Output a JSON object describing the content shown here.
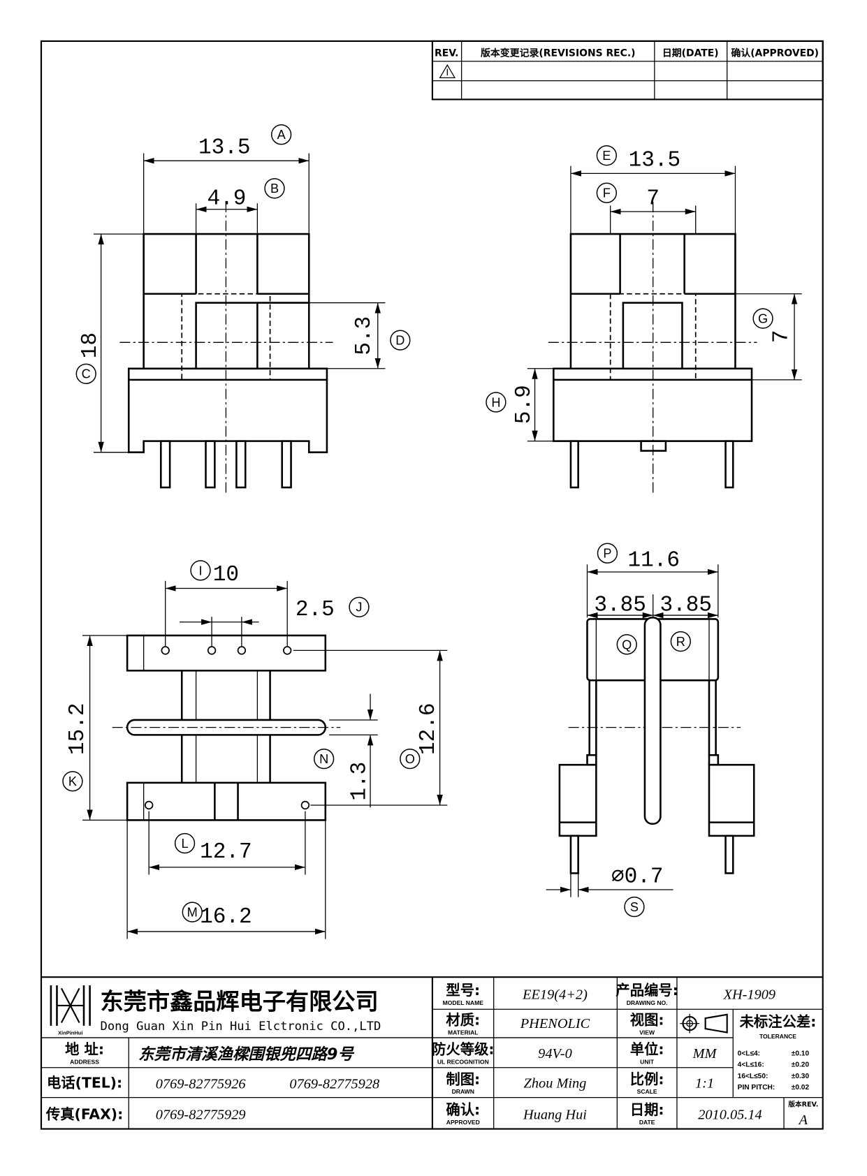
{
  "colors": {
    "line": "#000000",
    "background": "#ffffff"
  },
  "revision_block": {
    "rev": "REV.",
    "record": "版本变更记录(REVISIONS REC.)",
    "date": "日期(DATE)",
    "approved": "确认(APPROVED)",
    "marker_icon": "revision-triangle-icon"
  },
  "dimensions": {
    "A": {
      "letter": "A",
      "value": "13.5"
    },
    "B": {
      "letter": "B",
      "value": "4.9"
    },
    "C": {
      "letter": "C",
      "value": "18"
    },
    "D": {
      "letter": "D",
      "value": "5.3"
    },
    "E": {
      "letter": "E",
      "value": "13.5"
    },
    "F": {
      "letter": "F",
      "value": "7"
    },
    "G": {
      "letter": "G",
      "value": "7"
    },
    "H": {
      "letter": "H",
      "value": "5.9"
    },
    "I": {
      "letter": "I",
      "value": "10"
    },
    "J": {
      "letter": "J",
      "value": "2.5"
    },
    "K": {
      "letter": "K",
      "value": "15.2"
    },
    "L": {
      "letter": "L",
      "value": "12.7"
    },
    "M": {
      "letter": "M",
      "value": "16.2"
    },
    "N": {
      "letter": "N",
      "value": "1.3"
    },
    "O": {
      "letter": "O",
      "value": "12.6"
    },
    "P": {
      "letter": "P",
      "value": "11.6"
    },
    "Q": {
      "letter": "Q"
    },
    "R": {
      "letter": "R"
    },
    "S": {
      "letter": "S",
      "value": "⌀0.7"
    }
  },
  "half_widths": {
    "left": "3.85",
    "right": "3.85"
  },
  "title_block": {
    "company_cn": "东莞市鑫品辉电子有限公司",
    "company_en": "Dong Guan Xin Pin Hui Elctronic CO.,LTD",
    "logo_caption": "XinPinHui",
    "address": {
      "label": "地  址:",
      "label_en": "ADDRESS",
      "value": "东莞市清溪渔樑围银兜四路9号"
    },
    "tel": {
      "label": "电话(TEL):",
      "value_1": "0769-82775926",
      "value_2": "0769-82775928"
    },
    "fax": {
      "label": "传真(FAX):",
      "value": "0769-82775929"
    },
    "model": {
      "label": "型号:",
      "label_en": "MODEL NAME",
      "value": "EE19(4+2)"
    },
    "material": {
      "label": "材质:",
      "label_en": "MATERIAL",
      "value": "PHENOLIC"
    },
    "flammability": {
      "label": "防火等级:",
      "label_en": "UL RECOGNITION",
      "value": "94V-0"
    },
    "drawn": {
      "label": "制图:",
      "label_en": "DRAWN",
      "value": "Zhou Ming"
    },
    "approved": {
      "label": "确认:",
      "label_en": "APPROVED",
      "value": "Huang Hui"
    },
    "drawing_no": {
      "label": "产品编号:",
      "label_en": "DRAWING NO.",
      "value": "XH-1909"
    },
    "view": {
      "label": "视图:",
      "label_en": "VIEW",
      "icon": "first-angle-projection-icon"
    },
    "unit": {
      "label": "单位:",
      "label_en": "UNIT",
      "value": "MM"
    },
    "scale": {
      "label": "比例:",
      "label_en": "SCALE",
      "value": "1:1"
    },
    "date": {
      "label": "日期:",
      "label_en": "DATE",
      "value": "2010.05.14"
    },
    "revision": {
      "label": "版本REV.",
      "value": "A"
    },
    "tolerance": {
      "label": "未标注公差:",
      "label_en": "TOLERANCE",
      "rows": [
        {
          "range": "0<L≤4:",
          "value": "±0.10"
        },
        {
          "range": "4<L≤16:",
          "value": "±0.20"
        },
        {
          "range": "16<L≤50:",
          "value": "±0.30"
        },
        {
          "range": "PIN PITCH:",
          "value": "±0.02"
        }
      ]
    }
  }
}
